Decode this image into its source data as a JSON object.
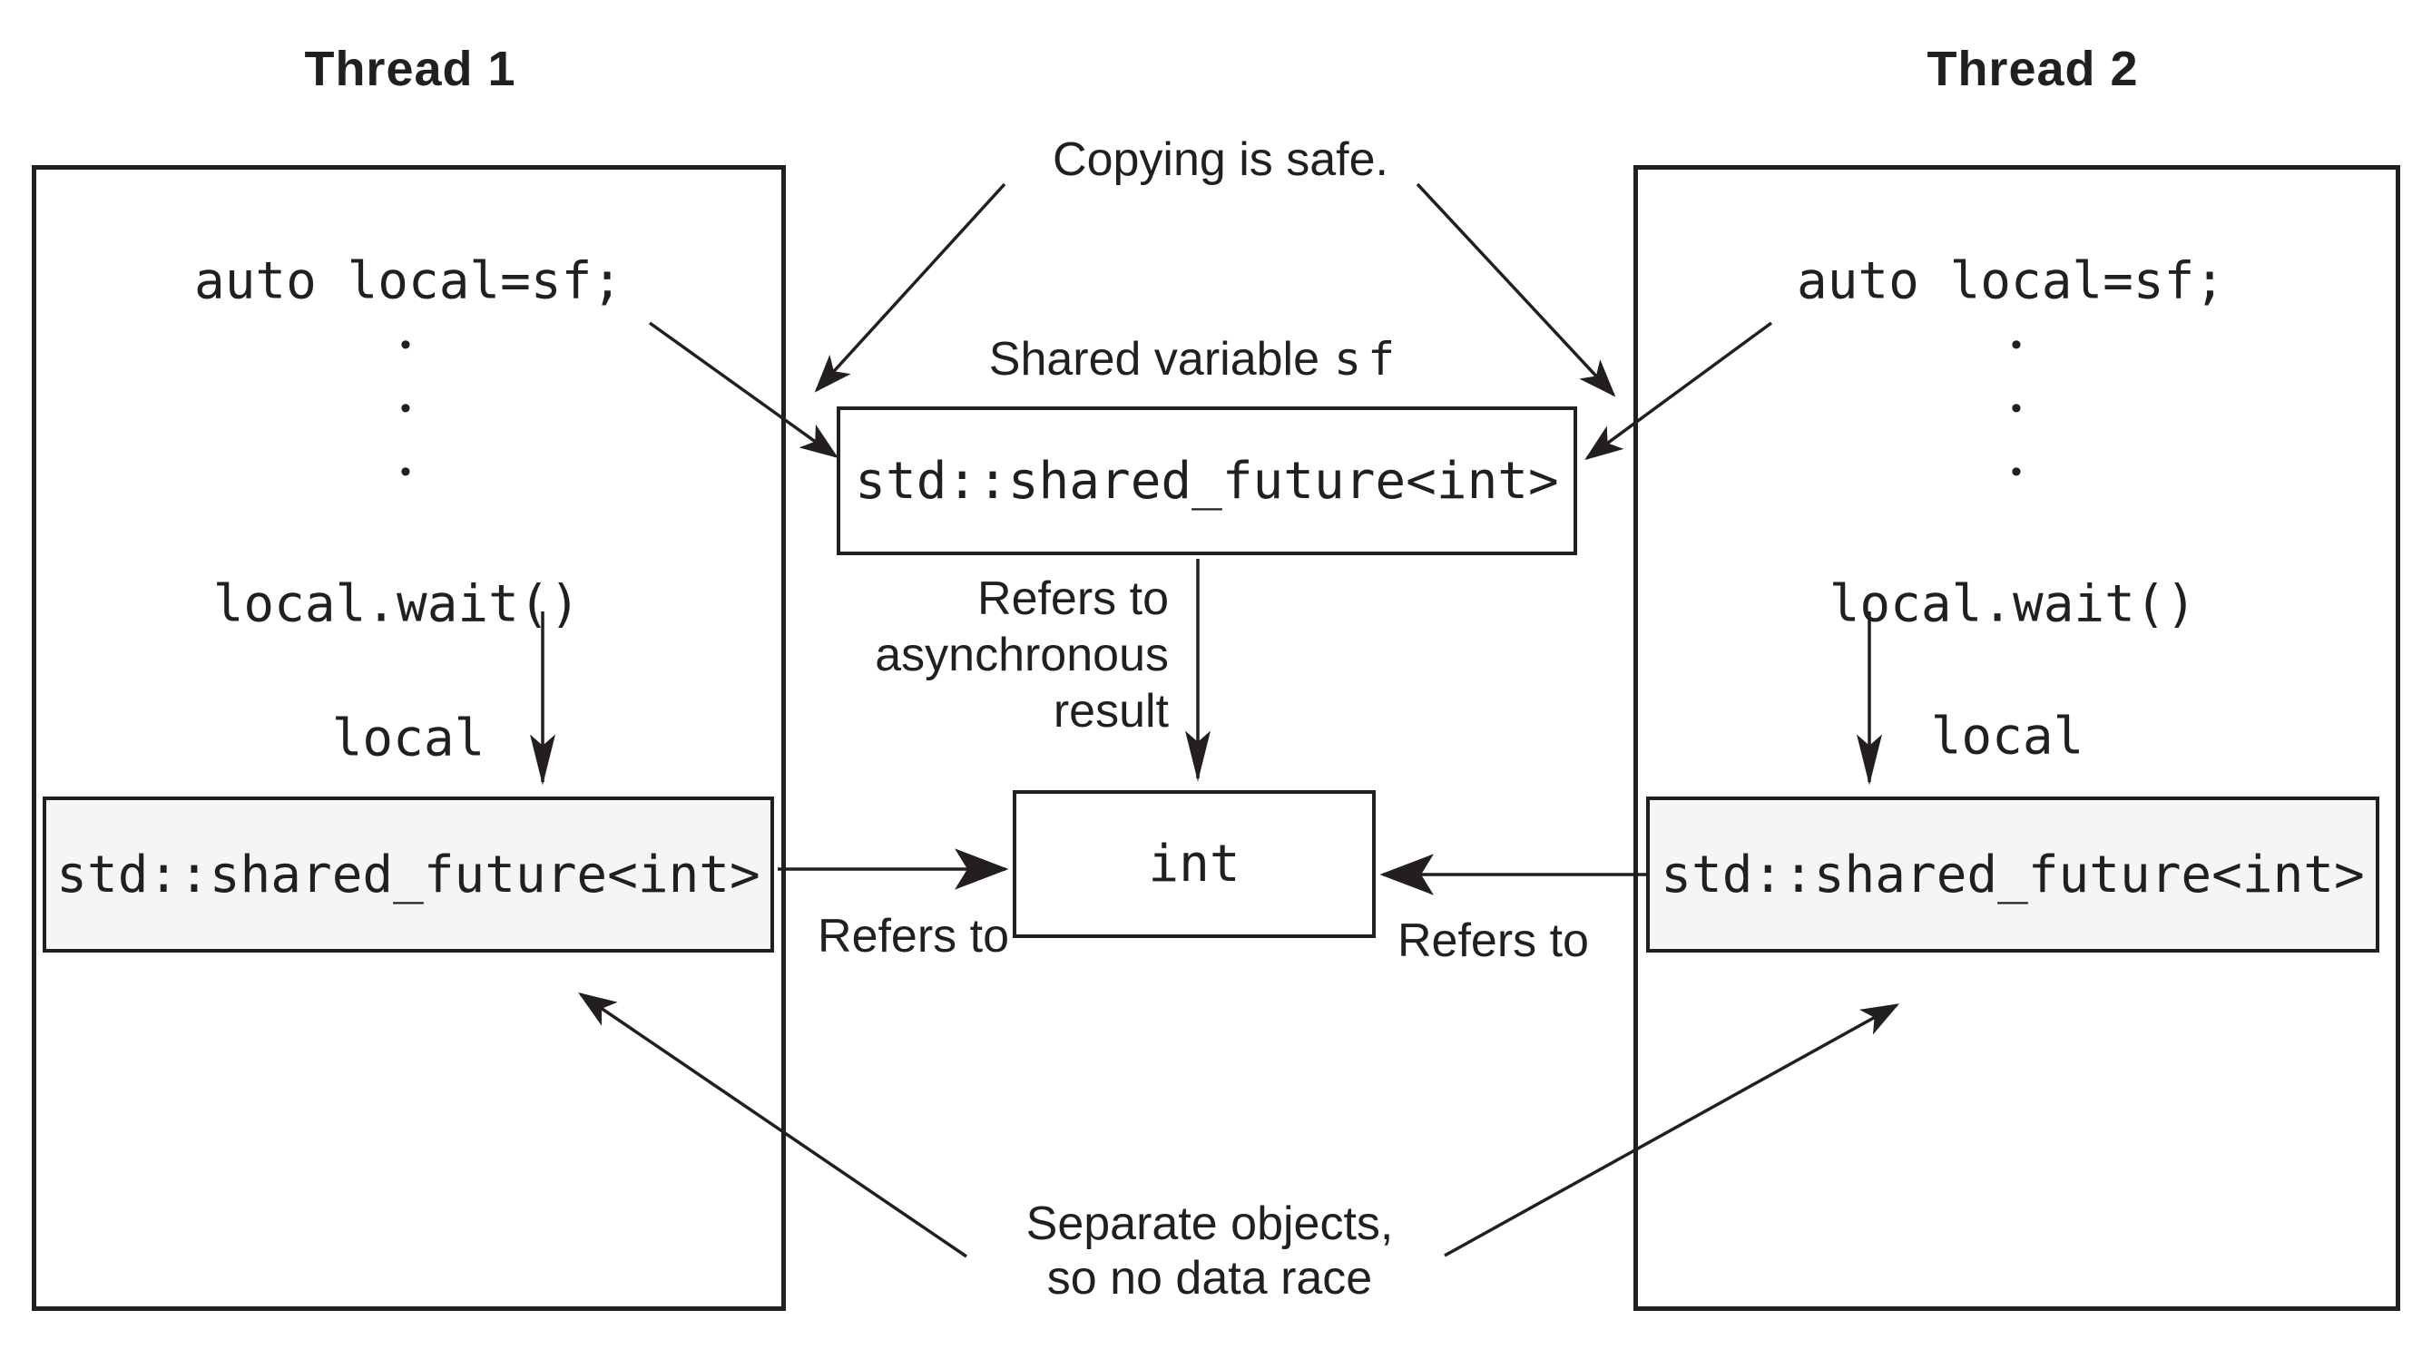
{
  "titles": {
    "thread1": "Thread 1",
    "thread2": "Thread 2"
  },
  "annotations": {
    "copying_note": "Copying is safe.",
    "shared_variable_prefix": "Shared variable",
    "shared_variable_name": "sf",
    "refers_to_async": "Refers to\nasynchronous\nresult",
    "refers_to_left": "Refers to",
    "refers_to_right": "Refers to",
    "separate_objects": "Separate objects,\nso no data race"
  },
  "thread1": {
    "code_line1": "auto local=sf;",
    "dots": "•\n•\n•",
    "code_line2": "local.wait()",
    "local_label": "local",
    "future_box_code": "std::shared_future<int>"
  },
  "thread2": {
    "code_line1": "auto local=sf;",
    "dots": "•\n•\n•",
    "code_line2": "local.wait()",
    "local_label": "local",
    "future_box_code": "std::shared_future<int>"
  },
  "center": {
    "shared_box_code": "std::shared_future<int>",
    "int_box_code": "int"
  },
  "colors": {
    "ink": "#231f20",
    "future_box_fill": "#f5f5f5",
    "background": "#ffffff"
  }
}
